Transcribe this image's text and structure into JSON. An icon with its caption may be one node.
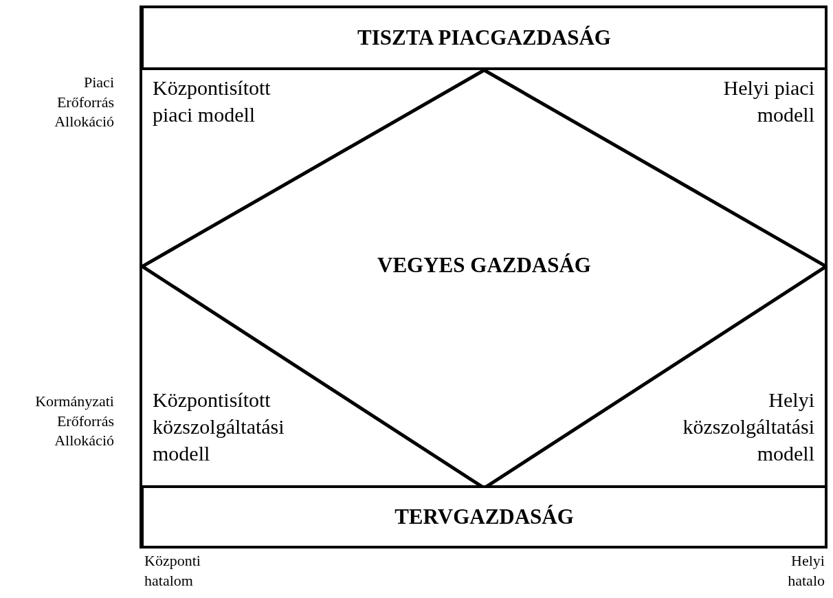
{
  "diagram": {
    "nodes": [
      {
        "text": [
          "TISZTA PIACGAZDASÁG"
        ]
      },
      {
        "text": [
          "VEGYES GAZDASÁG"
        ]
      },
      {
        "text": [
          "TERVGAZDASÁG"
        ]
      }
    ],
    "labels": [
      "Piaci Erőforrás Allokáció",
      "Központisított piaci modell",
      "Helyi piaci modell",
      "Kormányzati Erőforrás Allokáció",
      "Központisított közszolgáltatási modell",
      "Helyi közszolgáltatási modell",
      "Központi hatalom",
      "Helyi hatalo"
    ]
  }
}
